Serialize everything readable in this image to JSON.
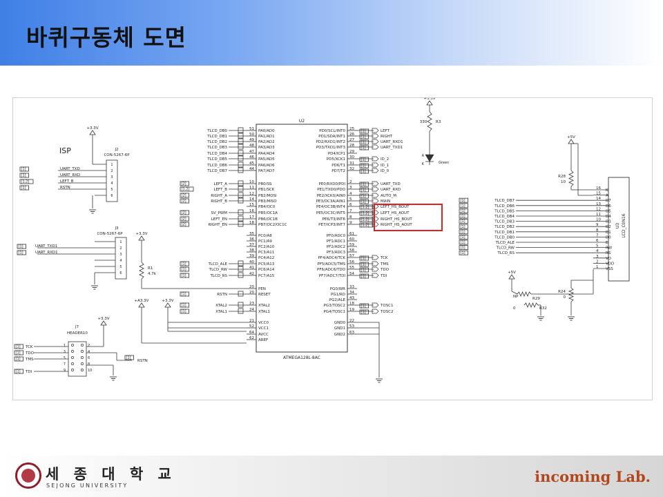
{
  "slide": {
    "title": "바퀴구동체 도면",
    "university_kr": "세 종 대 학 교",
    "university_en": "SEJONG UNIVERSITY",
    "lab": "incoming Lab."
  },
  "mcu": {
    "ref": "U2",
    "part": "ATMEGA128L-8AC",
    "left_pins": [
      {
        "num": "51",
        "name": "PA0/AD0",
        "net": "TLCD_DB0"
      },
      {
        "num": "50",
        "name": "PA1/AD1",
        "net": "TLCD_DB1"
      },
      {
        "num": "49",
        "name": "PA2/AD2",
        "net": "TLCD_DB2"
      },
      {
        "num": "48",
        "name": "PA3/AD3",
        "net": "TLCD_DB3"
      },
      {
        "num": "47",
        "name": "PA4/AD4",
        "net": "TLCD_DB4"
      },
      {
        "num": "46",
        "name": "PA5/AD5",
        "net": "TLCD_DB5"
      },
      {
        "num": "45",
        "name": "PA6/AD6",
        "net": "TLCD_DB6"
      },
      {
        "num": "44",
        "name": "PA7/AD7",
        "net": "TLCD_DB7"
      },
      {
        "num": "10",
        "name": "PB0/SS",
        "net": "LEFT_A",
        "ref": "[2]"
      },
      {
        "num": "11",
        "name": "PB1/SCK",
        "net": "LEFT_B",
        "ref": "[1,2]"
      },
      {
        "num": "12",
        "name": "PB2/MOSI",
        "net": "RIGHT_A",
        "ref": "[2]"
      },
      {
        "num": "14",
        "name": "PB3/MISO",
        "net": "RIGHT_B",
        "ref": "[2]"
      },
      {
        "num": "15",
        "name": "PB4/OC0",
        "net": "",
        "ref": ""
      },
      {
        "num": "16",
        "name": "PB5/OC1A",
        "net": "SV_PWM",
        "ref": "[2]"
      },
      {
        "num": "17",
        "name": "PB6/OC1B",
        "net": "LEFT_EN",
        "ref": "[2]"
      },
      {
        "num": "18",
        "name": "PB7/OC2/OC1C",
        "net": "RIGHT_EN",
        "ref": "[2]"
      },
      {
        "num": "35",
        "name": "PC0/A8",
        "net": ""
      },
      {
        "num": "36",
        "name": "PC1/A9",
        "net": ""
      },
      {
        "num": "37",
        "name": "PC2/A10",
        "net": ""
      },
      {
        "num": "38",
        "name": "PC3/A11",
        "net": ""
      },
      {
        "num": "39",
        "name": "PC4/A12",
        "net": ""
      },
      {
        "num": "40",
        "name": "PC5/A13",
        "net": "TLCD_ALE",
        "ref": "[1]"
      },
      {
        "num": "41",
        "name": "PC6/A14",
        "net": "TLCD_RW",
        "ref": "[1]"
      },
      {
        "num": "42",
        "name": "PC7/A15",
        "net": "TLCD_RS",
        "ref": "[1]"
      },
      {
        "num": "20",
        "name": "PEN",
        "net": ""
      },
      {
        "num": "20",
        "name": "RESET",
        "net": "RSTN",
        "ref": "[1]"
      },
      {
        "num": "23",
        "name": "XTAL2",
        "net": "XTAL2",
        "ref": "[1]"
      },
      {
        "num": "24",
        "name": "XTAL1",
        "net": "XTAL1",
        "ref": "[1]"
      },
      {
        "num": "21",
        "name": "VCC0",
        "net": ""
      },
      {
        "num": "52",
        "name": "VCC1",
        "net": ""
      },
      {
        "num": "64",
        "name": "AVCC",
        "net": ""
      },
      {
        "num": "62",
        "name": "AREF",
        "net": ""
      }
    ],
    "right_pins": [
      {
        "num": "25",
        "name": "PD0/SCL/INT0",
        "net": "LEFT",
        "ref": "[1]"
      },
      {
        "num": "26",
        "name": "PD1/SDA/INT1",
        "net": "RIGHT",
        "ref": "[1]"
      },
      {
        "num": "27",
        "name": "PD2/RXD1/INT2",
        "net": "UART_RXD1",
        "ref": "[1]"
      },
      {
        "num": "28",
        "name": "PD3/TXD1/INT3",
        "net": "UART_TXD1",
        "ref": "[1]"
      },
      {
        "num": "29",
        "name": "PD4/ICP1",
        "net": ""
      },
      {
        "num": "30",
        "name": "PD5/XCK1",
        "net": "ID_2",
        "ref": "[1]"
      },
      {
        "num": "31",
        "name": "PD6/T1",
        "net": "ID_1",
        "ref": "[1]"
      },
      {
        "num": "32",
        "name": "PD7/T2",
        "net": "ID_0",
        "ref": "[1]"
      },
      {
        "num": "2",
        "name": "PE0/RXD0/PDI",
        "net": "UART_TXD",
        "ref": "[1]"
      },
      {
        "num": "3",
        "name": "PE1/TXD0/PDO",
        "net": "UART_RXD",
        "ref": "[1]"
      },
      {
        "num": "4",
        "name": "PE2/XCK0/AIN0",
        "net": "AUTO_M",
        "ref": "[1]"
      },
      {
        "num": "5",
        "name": "PE3/OC3A/AIN1",
        "net": "MAIN",
        "ref": "[1]"
      },
      {
        "num": "6",
        "name": "PE4/OC3B/INT4",
        "net": "LEFT_HS_BOUT",
        "ref": "[1,2]"
      },
      {
        "num": "7",
        "name": "PE5/OC3C/INT5",
        "net": "LEFT_HS_AOUT",
        "ref": "[1,2]"
      },
      {
        "num": "8",
        "name": "PE6/T3/INT6",
        "net": "RIGHT_HS_BOUT",
        "ref": "[1,2]"
      },
      {
        "num": "9",
        "name": "PE7/ICP3/INT7",
        "net": "RIGHT_HS_AOUT",
        "ref": "[1,2]"
      },
      {
        "num": "61",
        "name": "PF0/ADC0",
        "net": ""
      },
      {
        "num": "60",
        "name": "PF1/ADC1",
        "net": ""
      },
      {
        "num": "59",
        "name": "PF2/ADC2",
        "net": ""
      },
      {
        "num": "58",
        "name": "PF3/ADC3",
        "net": ""
      },
      {
        "num": "57",
        "name": "PF4/ADC4/TCK",
        "net": "TCK",
        "ref": "[1]"
      },
      {
        "num": "56",
        "name": "PF5/ADC5/TMS",
        "net": "TMS",
        "ref": "[1]"
      },
      {
        "num": "55",
        "name": "PF6/ADC6/TDO",
        "net": "TDO",
        "ref": "[1]"
      },
      {
        "num": "54",
        "name": "PF7/ADC7/TDI",
        "net": "TDI",
        "ref": "[1]"
      },
      {
        "num": "33",
        "name": "PG0/WR",
        "net": ""
      },
      {
        "num": "34",
        "name": "PG1/RD",
        "net": ""
      },
      {
        "num": "43",
        "name": "PG2/ALE",
        "net": ""
      },
      {
        "num": "18",
        "name": "PG3/TOSC2",
        "net": "TOSC1",
        "ref": "[1]"
      },
      {
        "num": "19",
        "name": "PG4/TOSC1",
        "net": "TOSC2",
        "ref": "[1]"
      },
      {
        "num": "22",
        "name": "GND0",
        "net": ""
      },
      {
        "num": "53",
        "name": "GND1",
        "net": ""
      },
      {
        "num": "63",
        "name": "GND2",
        "net": ""
      }
    ]
  },
  "isp": {
    "label": "ISP",
    "ref": "J2",
    "part": "CON-5267-6P",
    "supply": "+3.3V",
    "pins": [
      {
        "num": "1",
        "net": "",
        "ref": ""
      },
      {
        "num": "2",
        "net": "UART_TXD",
        "ref": "[1]"
      },
      {
        "num": "3",
        "net": "UART_RXD",
        "ref": "[1]"
      },
      {
        "num": "4",
        "net": "LEFT_B",
        "ref": "[1,2]"
      },
      {
        "num": "5",
        "net": "RSTN",
        "ref": "[1]"
      },
      {
        "num": "6",
        "net": "",
        "ref": ""
      }
    ]
  },
  "j3": {
    "ref": "J3",
    "part": "CON-5267-6P",
    "pins": [
      {
        "num": "1",
        "net": "",
        "ref": ""
      },
      {
        "num": "2",
        "net": "UART_TXD1",
        "ref": "[1]"
      },
      {
        "num": "3",
        "net": "UART_RXD1",
        "ref": "[1]"
      },
      {
        "num": "4",
        "net": "",
        "ref": ""
      },
      {
        "num": "5",
        "net": "",
        "ref": ""
      },
      {
        "num": "6",
        "net": "",
        "ref": ""
      }
    ]
  },
  "r1": {
    "ref": "R1",
    "value": "4.7k",
    "supply": "+3.3V"
  },
  "supplies": {
    "a33": "+A3.3V",
    "v33": "+3.3V",
    "v5": "+5V",
    "v5b": "+5V",
    "led": "+3.3V"
  },
  "j7": {
    "ref": "J7",
    "part": "HEADER10",
    "supply": "+3.3V",
    "nets": [
      {
        "net": "TCK",
        "ref": "[1]"
      },
      {
        "net": "TDO",
        "ref": "[1]"
      },
      {
        "net": "TMS",
        "ref": "[1]"
      },
      {
        "net": "TDI",
        "ref": "[1]"
      }
    ],
    "pin_nums": [
      "1",
      "2",
      "3",
      "4",
      "5",
      "6",
      "7",
      "8",
      "9",
      "10"
    ],
    "rstn": {
      "net": "RSTN",
      "ref": "[1]"
    }
  },
  "led": {
    "res_ref": "R3",
    "res_value": "330",
    "led_color": "Green",
    "k": "K",
    "a": "A"
  },
  "lcd": {
    "ref": "U3",
    "part": "LCD_C0N16",
    "pins": [
      {
        "num": "16",
        "name": "K",
        "net": ""
      },
      {
        "num": "15",
        "name": "A",
        "net": ""
      },
      {
        "num": "14",
        "name": "D7",
        "net": "TLCD_DB7",
        "ref": "[1]"
      },
      {
        "num": "13",
        "name": "D6",
        "net": "TLCD_DB6",
        "ref": "[1]"
      },
      {
        "num": "12",
        "name": "D5",
        "net": "TLCD_DB5",
        "ref": "[1]"
      },
      {
        "num": "11",
        "name": "D4",
        "net": "TLCD_DB4",
        "ref": "[1]"
      },
      {
        "num": "10",
        "name": "D3",
        "net": "TLCD_DB3",
        "ref": "[1]"
      },
      {
        "num": "9",
        "name": "D2",
        "net": "TLCD_DB2",
        "ref": "[1]"
      },
      {
        "num": "8",
        "name": "D1",
        "net": "TLCD_DB1",
        "ref": "[1]"
      },
      {
        "num": "7",
        "name": "D0",
        "net": "TLCD_DB0",
        "ref": "[1]"
      },
      {
        "num": "6",
        "name": "E",
        "net": "TLCD_ALE",
        "ref": "[1]"
      },
      {
        "num": "5",
        "name": "RW",
        "net": "TLCD_RW",
        "ref": "[1]"
      },
      {
        "num": "4",
        "name": "RS",
        "net": "TLCD_RS",
        "ref": "[1]"
      },
      {
        "num": "3",
        "name": "VO",
        "net": ""
      },
      {
        "num": "2",
        "name": "VDD",
        "net": ""
      },
      {
        "num": "1",
        "name": "VSS",
        "net": ""
      }
    ],
    "r28": {
      "ref": "R28",
      "value": "10"
    },
    "r24": {
      "ref": "R24",
      "value": "0"
    },
    "r29": {
      "ref": "R29",
      "value": "NP"
    },
    "r32": {
      "ref": "R32",
      "value": "0"
    }
  },
  "highlight_color": "#e0221f",
  "wire_color": "#333333"
}
